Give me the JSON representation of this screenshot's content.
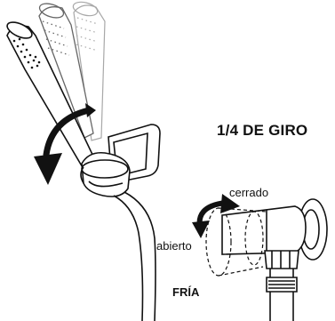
{
  "labels": {
    "turn_title": "1/4 DE GIRO",
    "closed": "cerrado",
    "open": "abierto",
    "cold": "FRÍA"
  },
  "colors": {
    "ink": "#111111",
    "ghost_1": "#555555",
    "ghost_2": "#999999",
    "background": "#ffffff"
  }
}
